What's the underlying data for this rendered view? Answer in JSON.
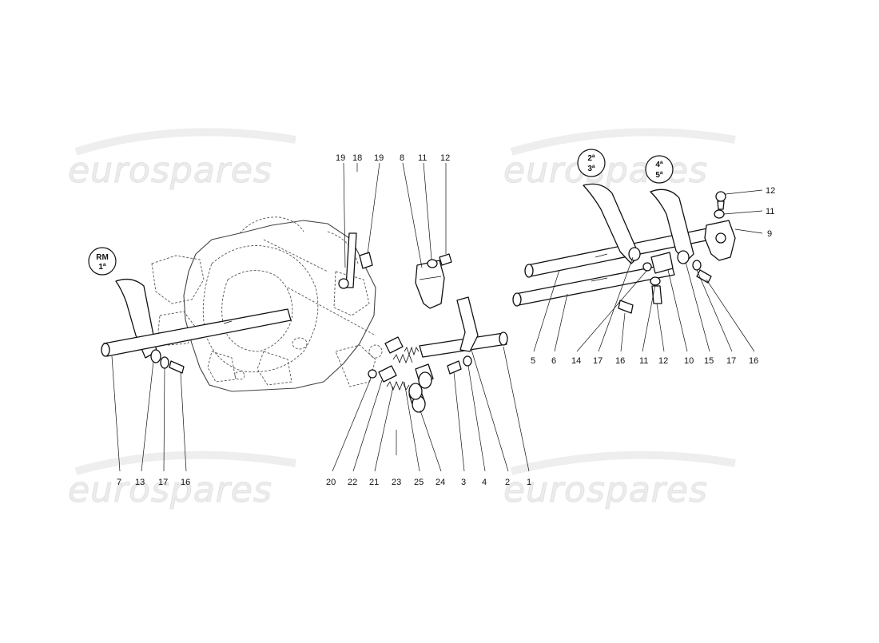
{
  "watermark": {
    "text": "eurospares",
    "color": "#e6e6e6"
  },
  "gear_labels": {
    "reverse_first": {
      "line1": "RM",
      "line2": "1ª"
    },
    "second_third": {
      "line1": "2ª",
      "line2": "3ª"
    },
    "fourth_fifth": {
      "line1": "4ª",
      "line2": "5ª"
    }
  },
  "callouts": {
    "top_left_group": [
      "19",
      "18",
      "19",
      "8",
      "11",
      "12"
    ],
    "right_upper_group": [
      "12",
      "11",
      "9"
    ],
    "left_bottom_group": [
      "7",
      "13",
      "17",
      "16"
    ],
    "center_bottom_group": [
      "20",
      "22",
      "21",
      "23",
      "25",
      "24",
      "3",
      "4",
      "2",
      "1"
    ],
    "right_bottom_group": [
      "5",
      "6",
      "14",
      "17",
      "16",
      "11",
      "12",
      "10",
      "15",
      "17",
      "16"
    ]
  }
}
